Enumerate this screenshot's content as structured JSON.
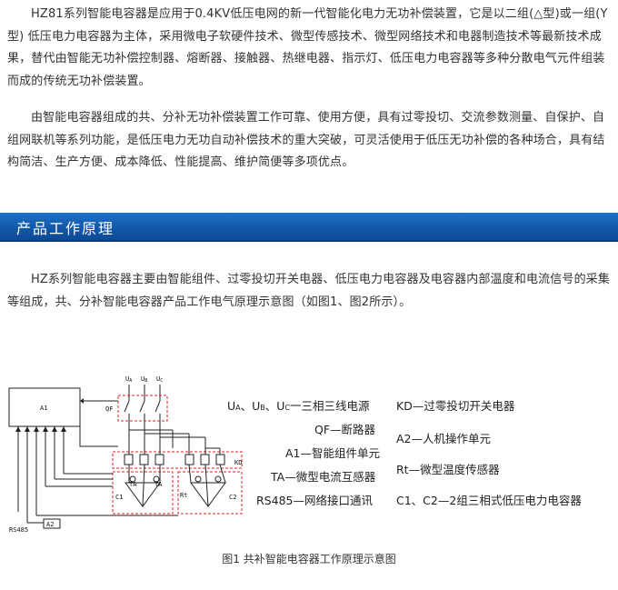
{
  "intro": {
    "p1": "HZ81系列智能电容器是应用于0.4KV低压电网的新一代智能化电力无功补偿装置，它是以二组(△型)或一组(Y型) 低压电力电容器为主体，采用微电子软硬件技术、微型传感技术、微型网络技术和电器制造技术等最新技术成果，替代由智能无功补偿控制器、熔断器、接触器、热继电器、指示灯、低压电力电容器等多种分散电气元件组装而成的传统无功补偿装置。",
    "p2": "由智能电容器组成的共、分补无功补偿装置工作可靠、使用方便，具有过零投切、交流参数测量、自保护、自组网联机等系列功能，是低压电力无功自动补偿技术的重大突破，可灵活使用于低压无功补偿的各种场合，具有结构简洁、生产方便、成本降低、性能提高、维护简便等多项优点。"
  },
  "section": {
    "title": "产品工作原理"
  },
  "principle": {
    "text": "HZ系列智能电容器主要由智能组件、过零投切开关电器、低压电力电容器及电容器内部温度和电流信号的采集等组成，共、分补智能电容器产品工作电气原理示意图（如图1、图2所示）。"
  },
  "diagram": {
    "phase_labels": [
      "U",
      "U",
      "U"
    ],
    "phase_subs": [
      "A",
      "B",
      "C"
    ],
    "a1_label": "A1",
    "qf_label": "QF",
    "kd_label": "KD",
    "c1_label": "C1",
    "c2_label": "C2",
    "ta_label": "TA",
    "rt_label": "Rt",
    "rs485_label": "RS485",
    "a2_label": "A2",
    "legend_left": {
      "l1_u1": "U",
      "l1_s1": "A",
      "l1_sep1": "、U",
      "l1_s2": "B",
      "l1_sep2": "、U",
      "l1_s3": "C",
      "l1_rest": "一三相三线电源",
      "l2": "QF—断路器",
      "l3": "A1—智能组件单元",
      "l4": "TA—微型电流互感器",
      "l5": "RS485—网络接口通讯"
    },
    "legend_right": {
      "l1": "KD—过零投切开关电器",
      "l2": "A2—人机操作单元",
      "l3": "Rt—微型温度传感器",
      "l4": "C1、C2—2组三相式低压电力电容器"
    }
  },
  "caption": "图1 共补智能电容器工作原理示意图"
}
